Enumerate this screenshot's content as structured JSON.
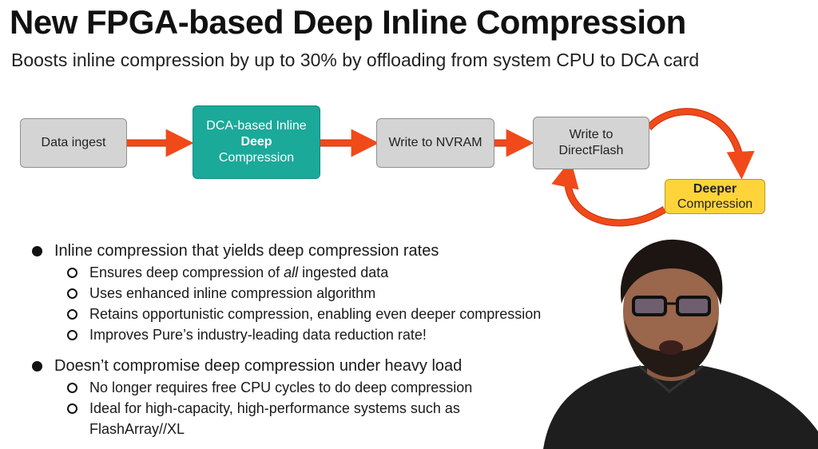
{
  "slide": {
    "title": "New FPGA-based Deep Inline Compression",
    "subtitle": "Boosts inline compression by up to 30% by offloading from system CPU to DCA card"
  },
  "diagram": {
    "nodes": {
      "data_ingest": "Data ingest",
      "dca_line1": "DCA-based Inline",
      "dca_line2": "Deep",
      "dca_line3": "Compression",
      "nvram": "Write to NVRAM",
      "directflash_line1": "Write to",
      "directflash_line2": "DirectFlash",
      "deeper_line1": "Deeper",
      "deeper_line2": "Compression"
    },
    "colors": {
      "arrow": "#f04a1a",
      "dca_box": "#1ba99a",
      "deeper_box": "#ffd43a",
      "gray_box": "#d4d4d4"
    }
  },
  "bullets": [
    {
      "text": "Inline compression that yields deep compression rates",
      "sub": [
        {
          "before": "Ensures deep compression of ",
          "em": "all",
          "after": " ingested data"
        },
        {
          "text": "Uses enhanced inline compression algorithm"
        },
        {
          "text": "Retains opportunistic compression, enabling even deeper compression"
        },
        {
          "text": "Improves Pure’s industry-leading data reduction rate!"
        }
      ]
    },
    {
      "text": "Doesn’t compromise deep compression under heavy load",
      "sub": [
        {
          "text": "No longer requires free CPU cycles to do deep compression"
        },
        {
          "text": "Ideal for high-capacity, high-performance systems such as FlashArray//XL"
        }
      ]
    }
  ]
}
